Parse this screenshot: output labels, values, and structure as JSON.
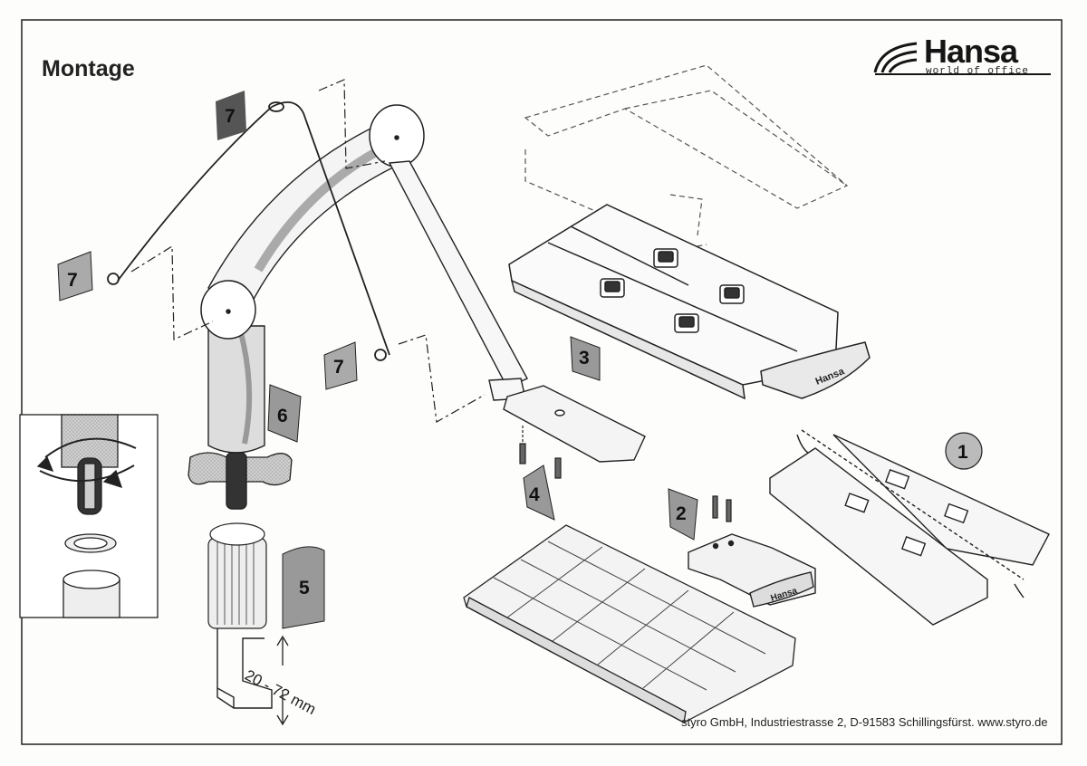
{
  "title": "Montage",
  "logo": {
    "name": "Hansa",
    "tagline": "world of office"
  },
  "footer": "styro GmbH, Industriestrasse 2, D-91583 Schillingsfürst. www.styro.de",
  "dimension_label": "20 - 72 mm",
  "steps": [
    "7",
    "7",
    "7",
    "7",
    "6",
    "5",
    "4",
    "3",
    "2",
    "1"
  ],
  "part_brand_marks": [
    "Hansa",
    "Hansa"
  ]
}
